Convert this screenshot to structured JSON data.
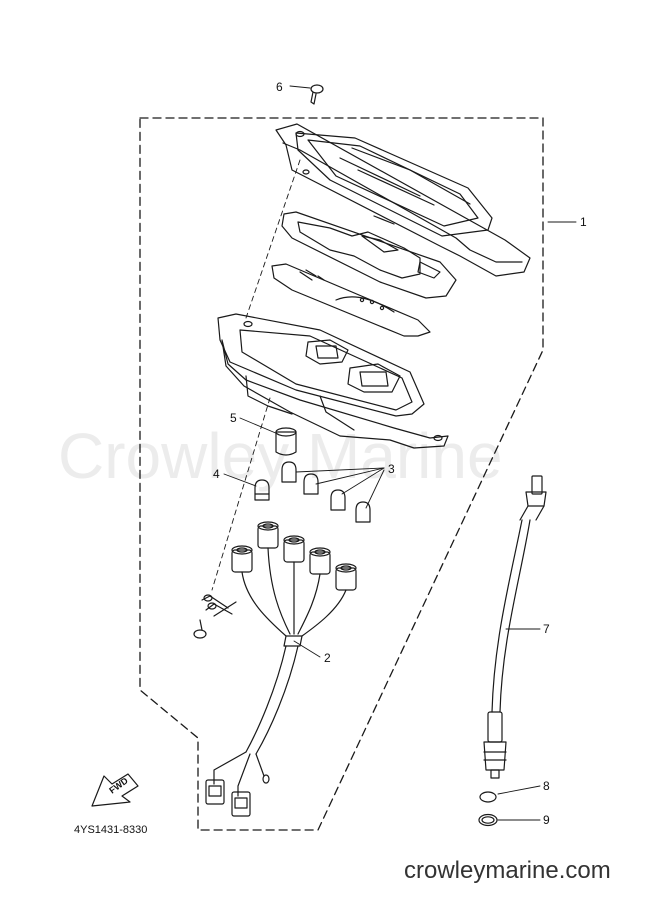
{
  "watermark": "Crowley Marine",
  "site": "crowleymarine.com",
  "part_code": "4YS1431-8330",
  "fwd_label": "FWD",
  "callouts": {
    "c1": "1",
    "c2": "2",
    "c3": "3",
    "c4": "4",
    "c5": "5",
    "c6": "6",
    "c7": "7",
    "c8": "8",
    "c9": "9"
  }
}
